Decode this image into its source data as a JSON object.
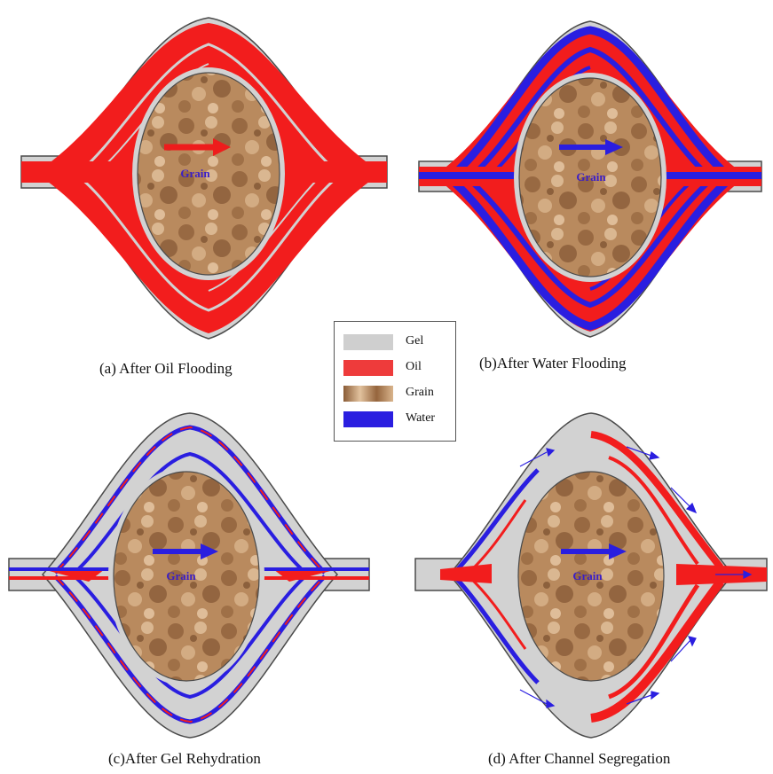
{
  "panels": [
    {
      "id": "a",
      "caption": "(a) After Oil Flooding",
      "grain_label": "Grain",
      "arrow_color": "#ee1c1c",
      "fluid": "oil"
    },
    {
      "id": "b",
      "caption": "(b)After Water Flooding",
      "grain_label": "Grain",
      "arrow_color": "#2a1ee0",
      "fluid": "mixed"
    },
    {
      "id": "c",
      "caption": "(c)After Gel Rehydration",
      "grain_label": "Grain",
      "arrow_color": "#2a1ee0",
      "fluid": "thin"
    },
    {
      "id": "d",
      "caption": "(d) After Channel Segregation",
      "grain_label": "Grain",
      "arrow_color": "#2a1ee0",
      "fluid": "segregated"
    }
  ],
  "legend": {
    "items": [
      {
        "label": "Gel",
        "color": "#cfcfcf"
      },
      {
        "label": "Oil",
        "color": "#ee3b3b"
      },
      {
        "label": "Grain",
        "color": "#b98a5e"
      },
      {
        "label": "Water",
        "color": "#2a1ee0"
      }
    ]
  },
  "colors": {
    "gel": "#d2d2d2",
    "oil": "#f21d1d",
    "water": "#2a1ee0",
    "grain": "#b98a5e",
    "outline": "#4a4a4a"
  }
}
